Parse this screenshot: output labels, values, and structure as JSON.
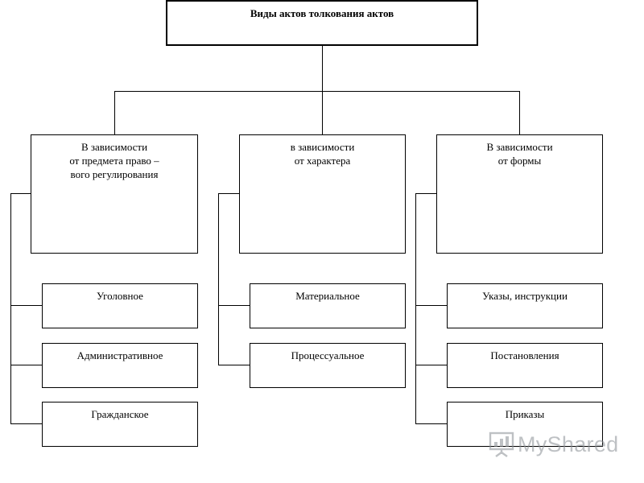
{
  "title": "Виды актов толкования актов",
  "categories": [
    {
      "lines": [
        "В зависимости",
        "от предмета право –",
        "вого регулирования"
      ],
      "items": [
        "Уголовное",
        "Административное",
        "Гражданское"
      ]
    },
    {
      "lines": [
        "в зависимости",
        "от характера"
      ],
      "items": [
        "Материальное",
        "Процессуальное"
      ]
    },
    {
      "lines": [
        "В зависимости",
        "от формы"
      ],
      "items": [
        "Указы, инструкции",
        "Постановления",
        "Приказы"
      ]
    }
  ],
  "watermark": {
    "text": "MyShared",
    "icon": "presentation-board-icon",
    "color": "#8a8f94"
  }
}
